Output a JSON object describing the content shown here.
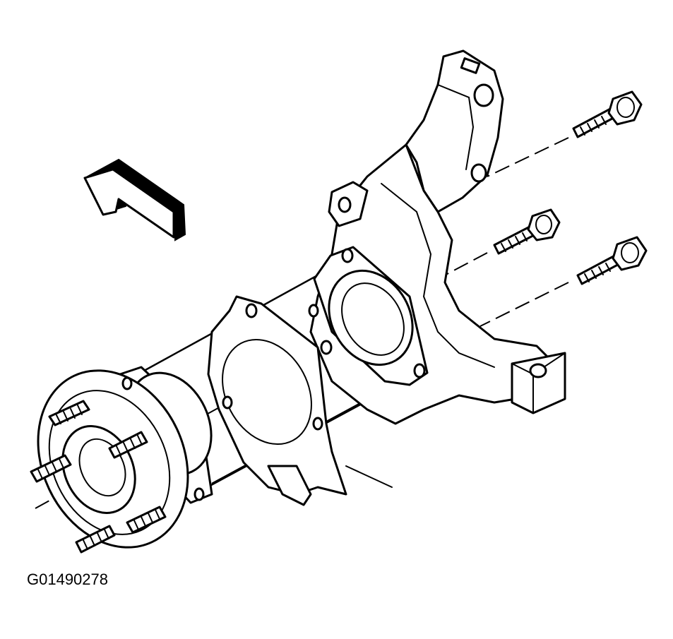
{
  "figure": {
    "code": "G01490278"
  },
  "colors": {
    "ink": "#000000",
    "paper": "#ffffff"
  },
  "parts": {
    "arrow": "direction-arrow-icon",
    "knuckle": "steering-knuckle",
    "bolts": 3,
    "shield": "splash-shield",
    "hub": "hub-and-bearing-assembly",
    "wheel_studs": 5
  }
}
